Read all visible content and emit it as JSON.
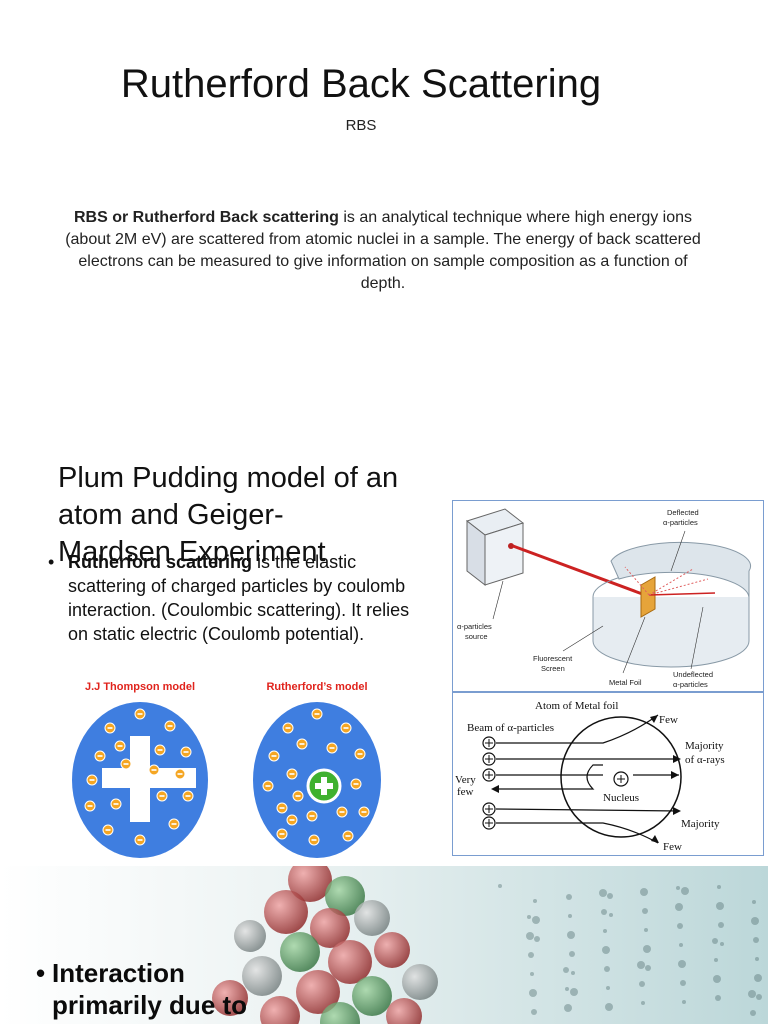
{
  "slide1": {
    "title": "Rutherford Back Scattering",
    "subtitle": "RBS",
    "para_bold": "RBS or Rutherford Back scattering",
    "para_rest": " is an analytical technique where high energy ions (about 2M eV) are scattered from atomic nuclei in a sample. The energy of back scattered electrons can be measured to give information on sample composition as a function of depth."
  },
  "slide2": {
    "title_line1": "Plum Pudding model of an atom and Geiger-",
    "title_line2": "Mardsen Experiment",
    "bullet_bold": "Rutherford scattering",
    "bullet_rest": " is the elastic scattering of charged particles by coulomb interaction. (Coulombic scattering). It relies on static electric (Coulomb potential).",
    "caption_thompson": "J.J Thompson model",
    "caption_rutherford": "Rutherford’s model",
    "apparatus": {
      "deflected": "Deflected",
      "alpha_particles": "α-particles",
      "source1": "α-particles",
      "source2": "source",
      "fluorescent": "Fluorescent",
      "screen": "Screen",
      "metal_foil": "Metal Foil",
      "undeflected": "Undeflected",
      "undeflected2": "α-particles"
    },
    "foil": {
      "title": "Atom of Metal foil",
      "beam": "Beam of α-particles",
      "few_top": "Few",
      "majority1": "Majority",
      "majority1b": "of α-rays",
      "very": "Very",
      "few_left": "few",
      "nucleus": "Nucleus",
      "majority2": "Majority",
      "few_bottom": "Few"
    },
    "colors": {
      "atom_blue": "#3f7ee0",
      "electron_orange": "#f5a623",
      "nucleus_green": "#3fb12f",
      "caption_red": "#e0231c"
    }
  },
  "slide3": {
    "title_line1": "Interaction",
    "title_line2": "primarily due to"
  }
}
